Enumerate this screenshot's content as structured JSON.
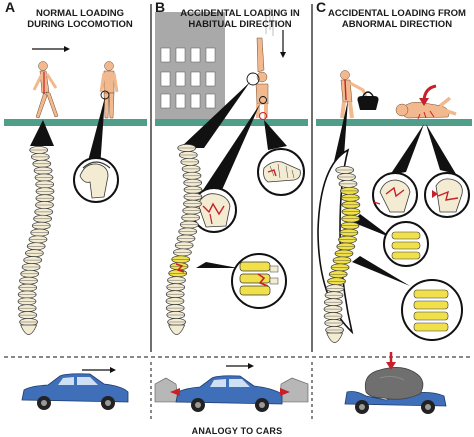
{
  "figure": {
    "panels": [
      {
        "letter": "A",
        "title_line1": "NORMAL LOADING",
        "title_line2": "DURING LOCOMOTION"
      },
      {
        "letter": "B",
        "title_line1": "ACCIDENTAL LOADING IN",
        "title_line2": "HABITUAL DIRECTION"
      },
      {
        "letter": "C",
        "title_line1": "ACCIDENTAL LOADING FROM",
        "title_line2": "ABNORMAL DIRECTION"
      }
    ],
    "footer": "ANALOGY TO CARS",
    "colors": {
      "ground": "#4f9e8a",
      "bone": "#f3ecd2",
      "bone_outline": "#3a3a3a",
      "injury_red": "#c8202a",
      "callout_black": "#111111",
      "skin": "#f2b98e",
      "car_blue": "#3f6fb8",
      "building_gray": "#a9a9a9",
      "rock_gray": "#6f6f6f",
      "stress_yellow": "#f0e04a"
    }
  }
}
